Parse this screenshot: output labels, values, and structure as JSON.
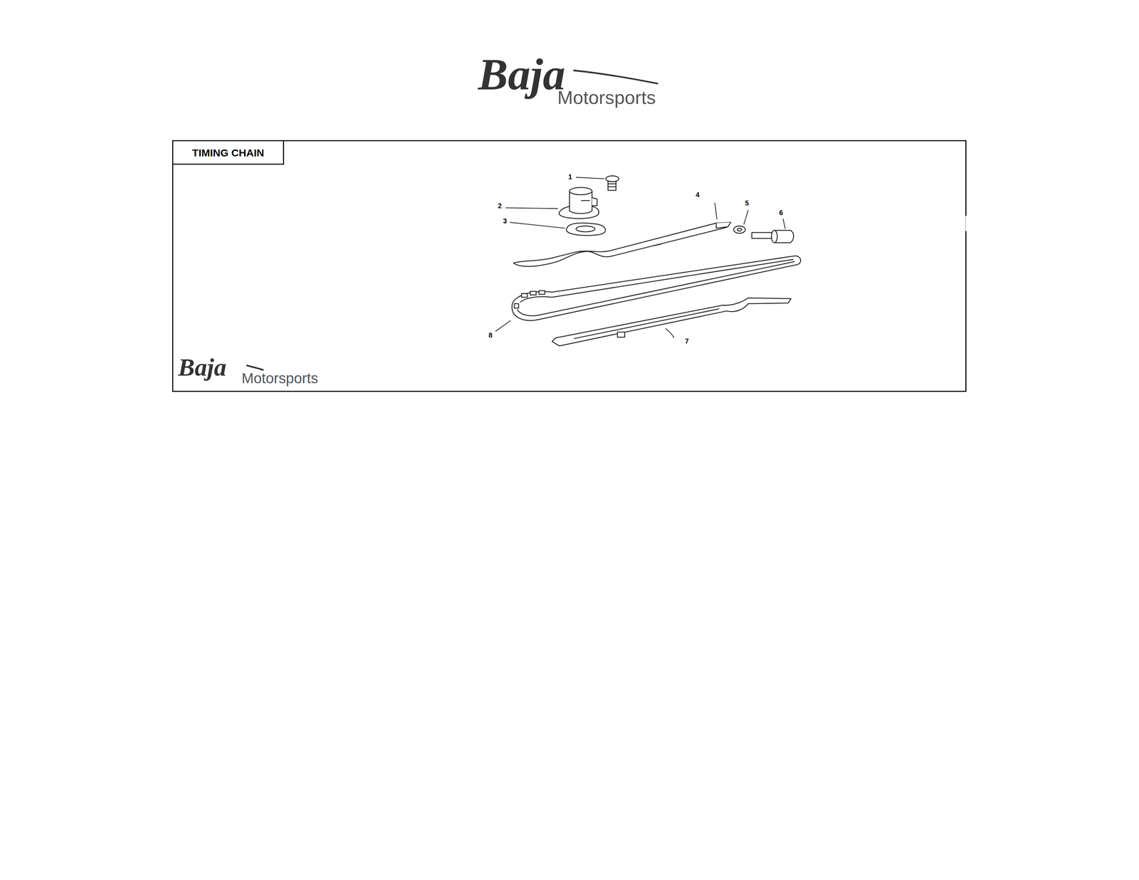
{
  "diagram": {
    "title": "TIMING CHAIN",
    "labels": [
      "Baja",
      "Motorsports",
      "1",
      "2",
      "3",
      "4",
      "5",
      "6",
      "7",
      "8",
      "Baja",
      "Motorsports"
    ]
  }
}
